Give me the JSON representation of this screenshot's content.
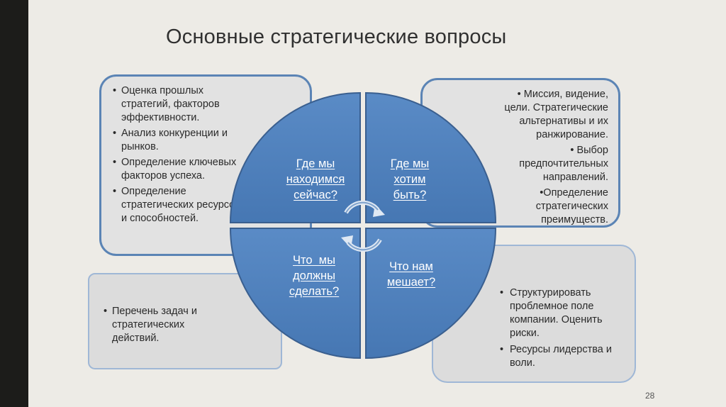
{
  "slide": {
    "title": "Основные стратегические вопросы",
    "page_number": "28"
  },
  "quadrants": [
    {
      "id": "top-left",
      "question": [
        "Где мы",
        "находимся",
        "сейчас?"
      ]
    },
    {
      "id": "top-right",
      "question": [
        "Где мы",
        "хотим",
        "быть?"
      ]
    },
    {
      "id": "bottom-left",
      "question": [
        "Что  мы",
        "должны",
        "сделать?"
      ]
    },
    {
      "id": "bottom-right",
      "question": [
        "Что нам",
        "мешает?"
      ]
    }
  ],
  "boxes": {
    "top_left": [
      "Оценка прошлых стратегий, факторов эффективности.",
      "Анализ конкуренции и рынков.",
      "Определение ключевых факторов успеха.",
      "Определение стратегических ресурсов и способностей."
    ],
    "top_right": [
      "• Миссия, видение, цели. Стратегические альтернативы и их ранжирование.",
      "• Выбор предпочтительных направлений.",
      "•Определение стратегических преимуществ."
    ],
    "bottom_left": [
      "Перечень задач и стратегических действий."
    ],
    "bottom_right": [
      "Структурировать проблемное поле компании. Оценить риски.",
      "Ресурсы лидерства и воли."
    ]
  },
  "colors": {
    "quadrant_fill": "#4f81bd",
    "quadrant_border": "#3a5f8f",
    "box_border": "#5b84b5",
    "accent_bar": "#1c1c1a"
  }
}
